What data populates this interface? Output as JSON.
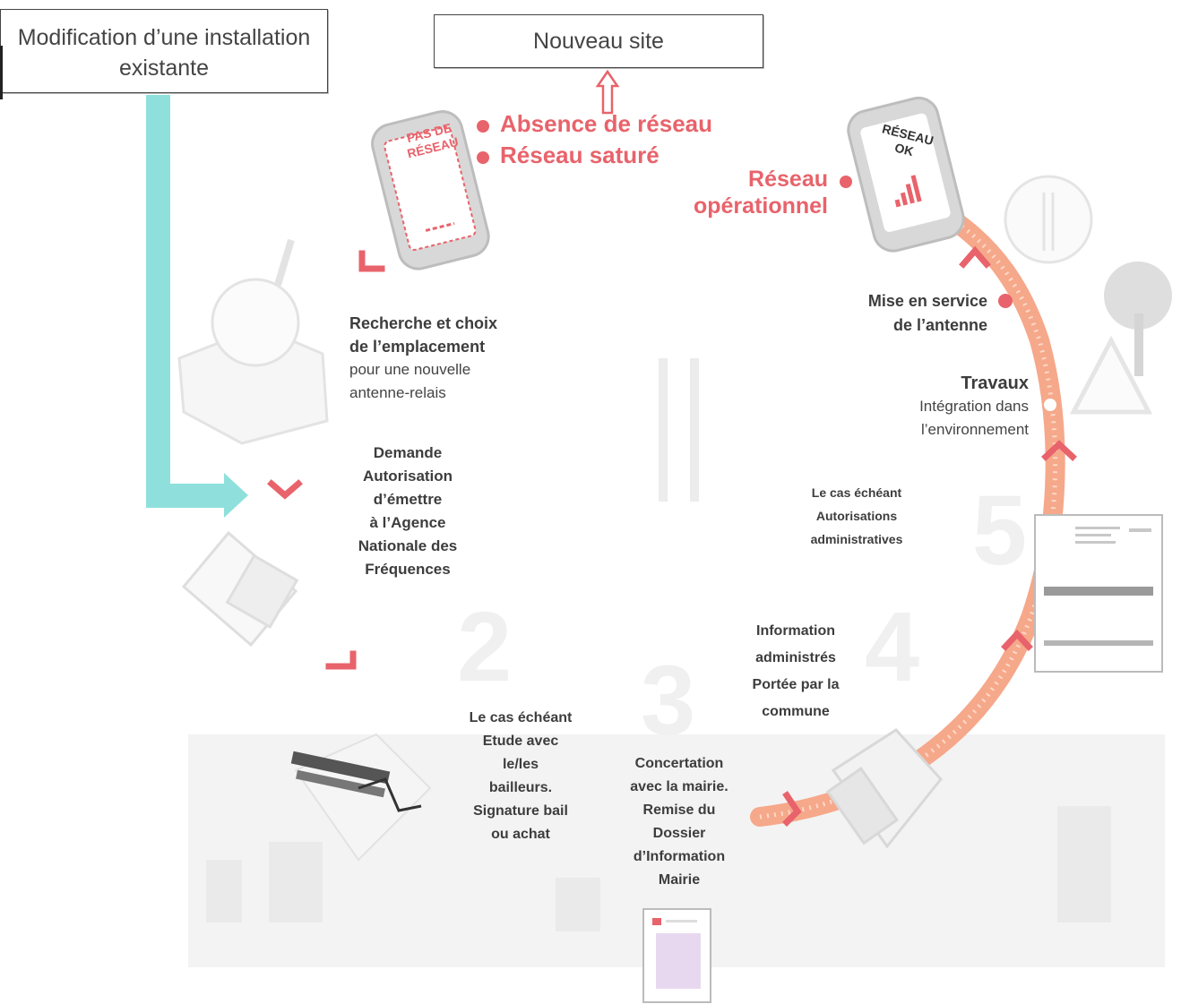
{
  "boxes": {
    "modification": "Modification d’une installation existante",
    "nouveau_site": "Nouveau site"
  },
  "phones": {
    "no_network": "PAS DE RÉSEAU",
    "network_ok": "RÉSEAU OK"
  },
  "status": {
    "absence": "Absence de réseau",
    "sature": "Réseau saturé",
    "operationnel_line1": "Réseau",
    "operationnel_line2": "opérationnel"
  },
  "steps": {
    "recherche_title_1": "Recherche et choix",
    "recherche_title_2": "de l’emplacement",
    "recherche_sub_1": "pour une nouvelle",
    "recherche_sub_2": "antenne-relais",
    "demande": [
      "Demande",
      "Autorisation",
      "d’émettre",
      "à l’Agence",
      "Nationale des",
      "Fréquences"
    ],
    "etude": [
      "Le cas échéant",
      "Etude avec",
      "le/les",
      "bailleurs.",
      "Signature bail",
      "ou achat"
    ],
    "concertation": [
      "Concertation",
      "avec la mairie.",
      "Remise du",
      "Dossier",
      "d’Information",
      "Mairie"
    ],
    "information": [
      "Information",
      "administrés",
      "Portée par la",
      "commune"
    ],
    "autorisations": [
      "Le cas échéant",
      "Autorisations",
      "administratives"
    ],
    "travaux_title": "Travaux",
    "travaux_sub_1": "Intégration dans",
    "travaux_sub_2": "l’environnement",
    "mise_en_service_1": "Mise en service",
    "mise_en_service_2": "de l’antenne"
  },
  "colors": {
    "accent_red": "#e8636b",
    "teal": "#8fe0dc",
    "orange_track": "#f6a88a",
    "text": "#3d3d3d"
  },
  "icons": [
    "magnifier-map-icon",
    "document-signature-icon",
    "handshake-icon",
    "building-icon",
    "hand-document-icon",
    "tree-warning-icon",
    "antenna-icon",
    "document-icon"
  ]
}
